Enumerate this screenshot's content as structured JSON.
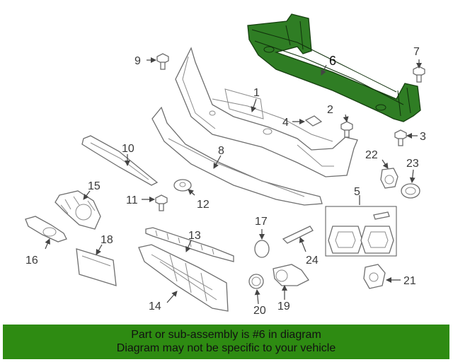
{
  "callouts": [
    "1",
    "2",
    "3",
    "4",
    "5",
    "6",
    "7",
    "8",
    "9",
    "10",
    "11",
    "12",
    "13",
    "14",
    "15",
    "16",
    "17",
    "18",
    "19",
    "20",
    "21",
    "22",
    "23",
    "24"
  ],
  "highlighted_part": "6",
  "highlight_color": "#2f7d24",
  "banner": {
    "line1": "Part or sub-assembly is #6 in diagram",
    "line2": "Diagram may not be specific to your vehicle",
    "color": "#2e8b12"
  }
}
